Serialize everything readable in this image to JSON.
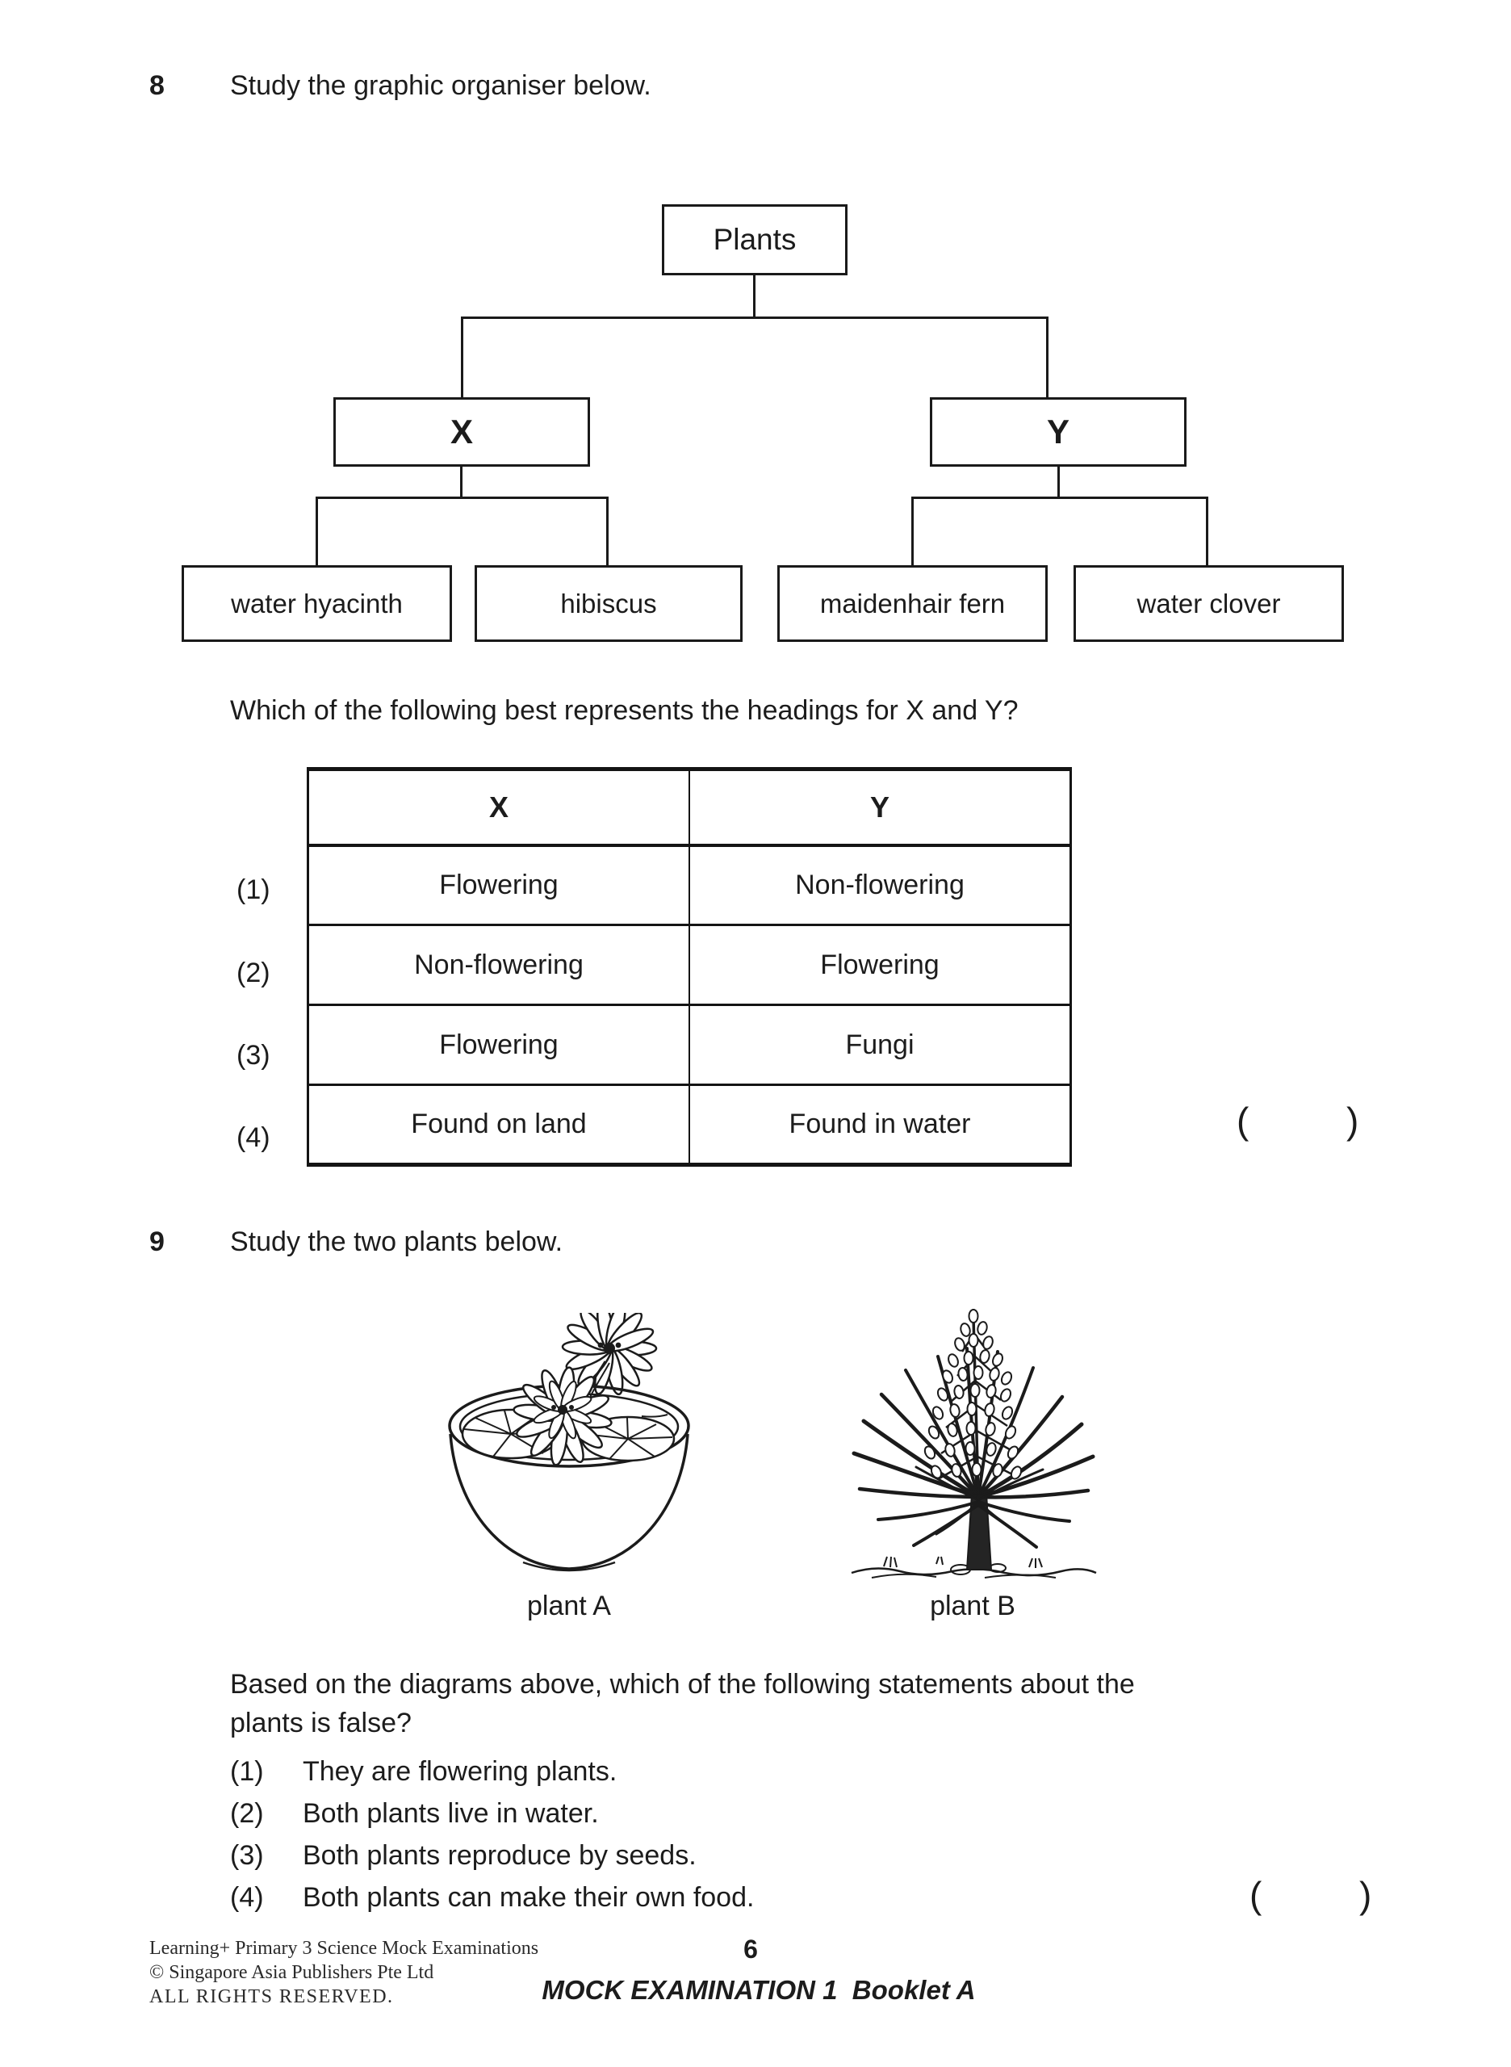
{
  "q8": {
    "number": "8",
    "prompt": "Study the graphic organiser below.",
    "tree": {
      "root": "Plants",
      "left_heading": "X",
      "right_heading": "Y",
      "left_children": [
        "water hyacinth",
        "hibiscus"
      ],
      "right_children": [
        "maidenhair fern",
        "water clover"
      ]
    },
    "question": "Which of the following best represents the headings for X and Y?",
    "table": {
      "headers": [
        "X",
        "Y"
      ],
      "rows": [
        {
          "label": "(1)",
          "x": "Flowering",
          "y": "Non-flowering"
        },
        {
          "label": "(2)",
          "x": "Non-flowering",
          "y": "Flowering"
        },
        {
          "label": "(3)",
          "x": "Flowering",
          "y": "Fungi"
        },
        {
          "label": "(4)",
          "x": "Found on land",
          "y": "Found in water"
        }
      ]
    },
    "answer_bracket_open": "(",
    "answer_bracket_close": ")"
  },
  "q9": {
    "number": "9",
    "prompt": "Study the two plants below.",
    "plant_a_label": "plant A",
    "plant_b_label": "plant B",
    "question_lines": [
      "Based on the diagrams above, which of the following statements about the",
      "plants is false?"
    ],
    "options": [
      {
        "num": "(1)",
        "text": "They are flowering plants."
      },
      {
        "num": "(2)",
        "text": "Both plants live in water."
      },
      {
        "num": "(3)",
        "text": "Both plants reproduce by seeds."
      },
      {
        "num": "(4)",
        "text": "Both plants can make their own food."
      }
    ],
    "answer_bracket_open": "(",
    "answer_bracket_close": ")"
  },
  "footer": {
    "left_lines_1": "Learning+ Primary 3 Science Mock Examinations",
    "left_lines_2": "© Singapore Asia Publishers Pte Ltd",
    "left_lines_3": "ALL RIGHTS RESERVED.",
    "page_number": "6",
    "booklet_line": "MOCK EXAMINATION 1  Booklet A"
  },
  "colors": {
    "ink": "#1c1c1c",
    "paper": "#ffffff"
  }
}
